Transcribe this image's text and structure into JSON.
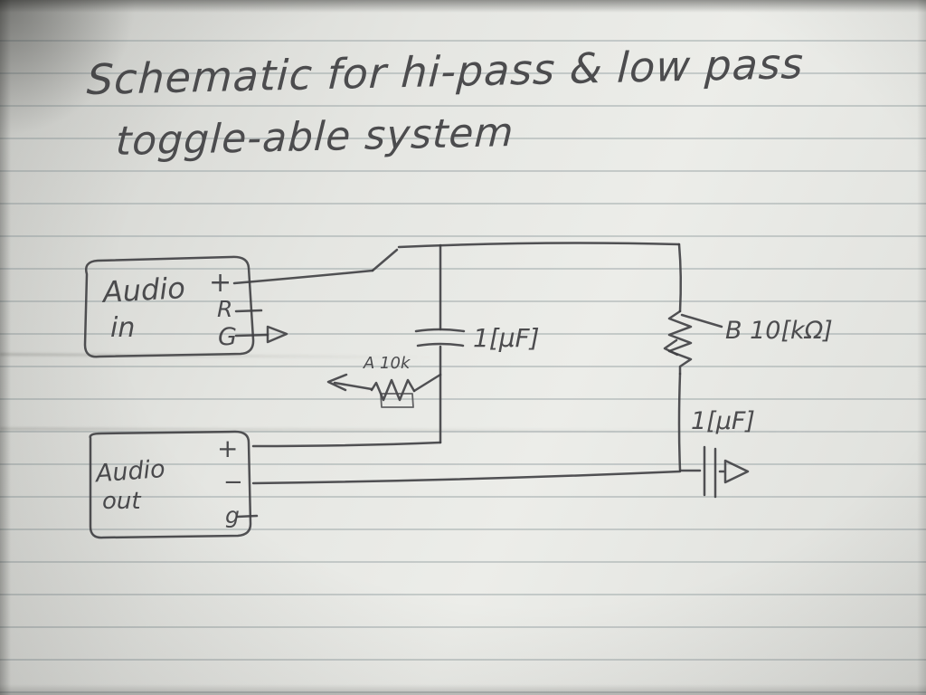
{
  "photo": {
    "title_line1": "Schematic for hi-pass & low pass",
    "title_line2": "toggle-able system"
  },
  "schematic": {
    "audio_in": {
      "label_top": "Audio",
      "label_bottom": "in",
      "terminals": [
        "+",
        "R",
        "G"
      ]
    },
    "audio_out": {
      "label_top": "Audio",
      "label_bottom": "out",
      "terminals": [
        "+",
        "−",
        "g"
      ]
    },
    "capacitor_mid": {
      "label": "1[μF]"
    },
    "capacitor_out": {
      "label": "1[μF]"
    },
    "pot_a": {
      "label": "A 10k"
    },
    "pot_b": {
      "label": "B 10[kΩ]"
    }
  }
}
